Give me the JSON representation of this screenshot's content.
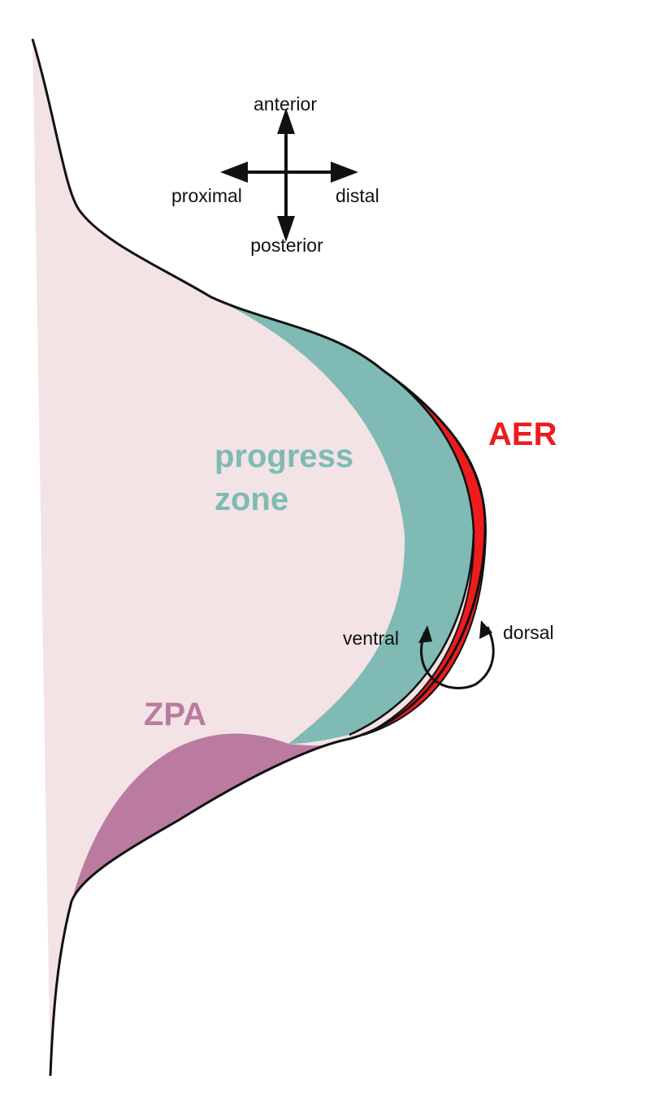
{
  "orientation": {
    "anterior": "anterior",
    "posterior": "posterior",
    "proximal": "proximal",
    "distal": "distal"
  },
  "regions": {
    "progress_zone_line1": "progress",
    "progress_zone_line2": "zone",
    "aer": "AER",
    "zpa": "ZPA"
  },
  "dorsoventral": {
    "ventral": "ventral",
    "dorsal": "dorsal"
  },
  "colors": {
    "limb_fill": "#f3e3e4",
    "progress_zone": "#7fbab4",
    "aer": "#ee1c1c",
    "zpa": "#bb7ba1",
    "outline": "#111111"
  }
}
